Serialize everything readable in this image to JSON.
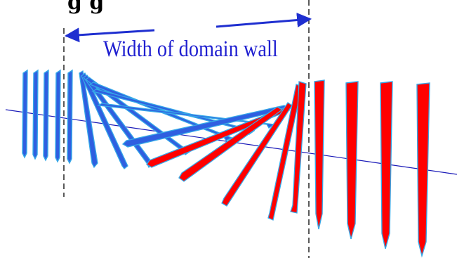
{
  "header": {
    "partial_text": "g   g"
  },
  "labels": {
    "domain_wall_width": "Width of domain wall"
  },
  "colors": {
    "blue_moment": "#2f5fe0",
    "blue_outline": "#35a8e8",
    "red_moment": "#ff0000",
    "arrow": "#1f2fd0",
    "axis": "#1a1ab8",
    "boundary": "#000000"
  },
  "legend_semantics": {
    "left_domain": "blue",
    "right_domain": "red"
  }
}
